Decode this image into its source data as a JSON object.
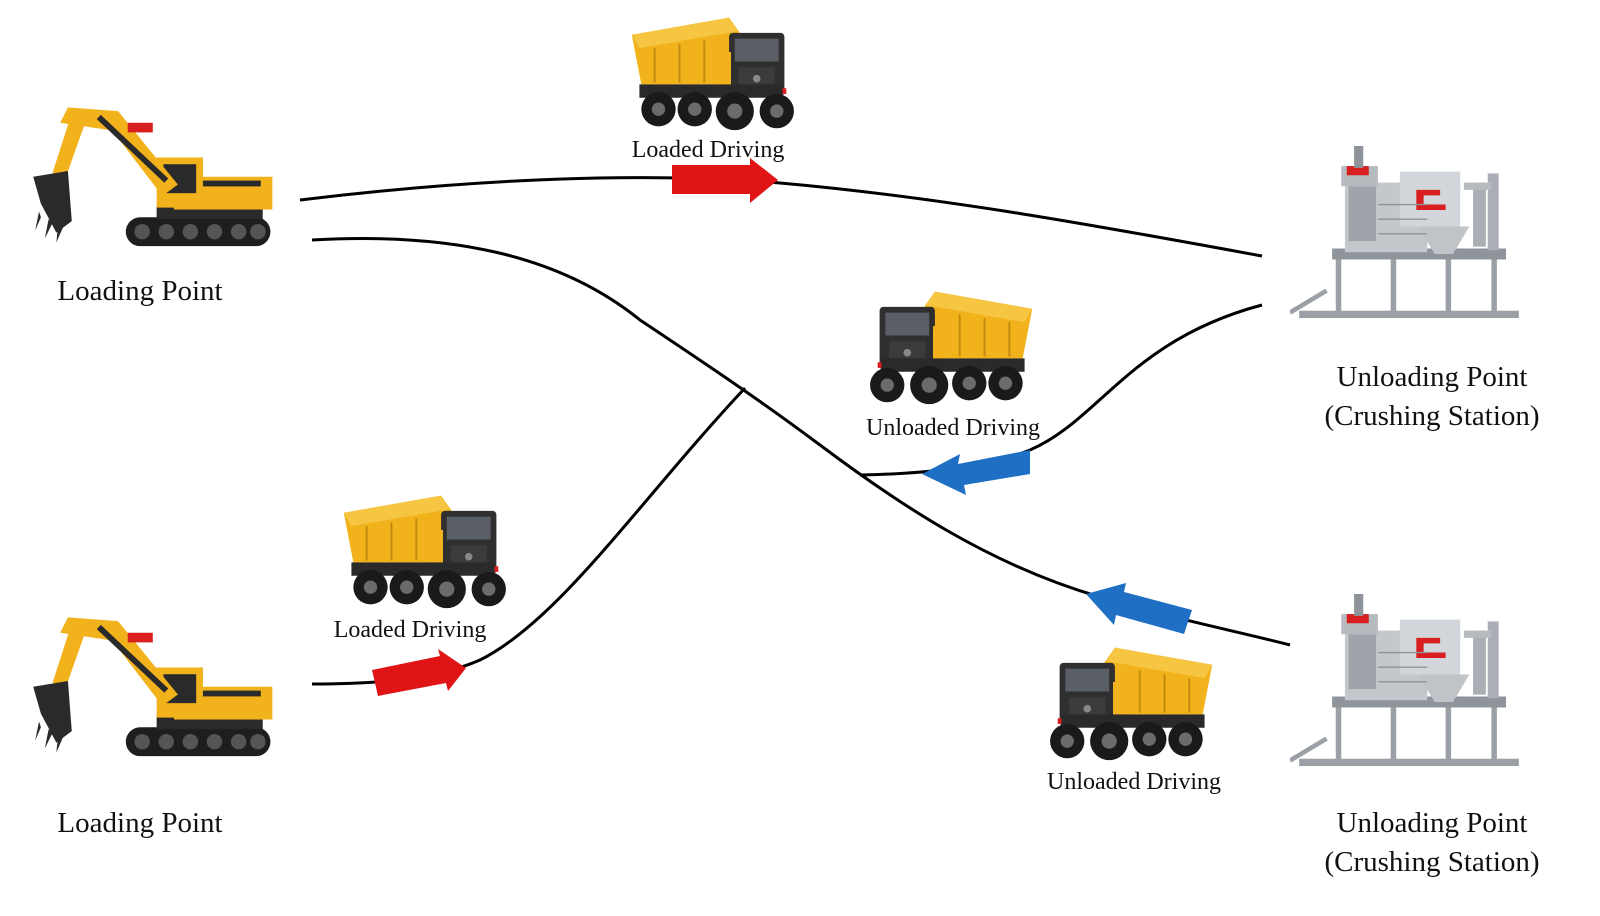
{
  "nodes": {
    "loading_top": {
      "label": "Loading Point",
      "icon": "excavator-icon"
    },
    "loading_bottom": {
      "label": "Loading Point",
      "icon": "excavator-icon"
    },
    "unloading_top": {
      "label_line1": "Unloading Point",
      "label_line2": "(Crushing Station)",
      "icon": "crushing-station-icon"
    },
    "unloading_bottom": {
      "label_line1": "Unloading Point",
      "label_line2": "(Crushing Station)",
      "icon": "crushing-station-icon"
    }
  },
  "trucks": {
    "top": {
      "label": "Loaded Driving",
      "icon": "dump-truck-icon"
    },
    "mid": {
      "label": "Unloaded Driving",
      "icon": "dump-truck-icon"
    },
    "left": {
      "label": "Loaded Driving",
      "icon": "dump-truck-icon"
    },
    "right": {
      "label": "Unloaded Driving",
      "icon": "dump-truck-icon"
    }
  },
  "colors": {
    "loaded_arrow": "#e01414",
    "unloaded_arrow": "#1f6fc4",
    "route_line": "#000000",
    "machine_yellow": "#f2b21c",
    "machine_dark": "#2a2a2a",
    "station_gray": "#b9bec4",
    "station_red": "#d81e1e"
  }
}
